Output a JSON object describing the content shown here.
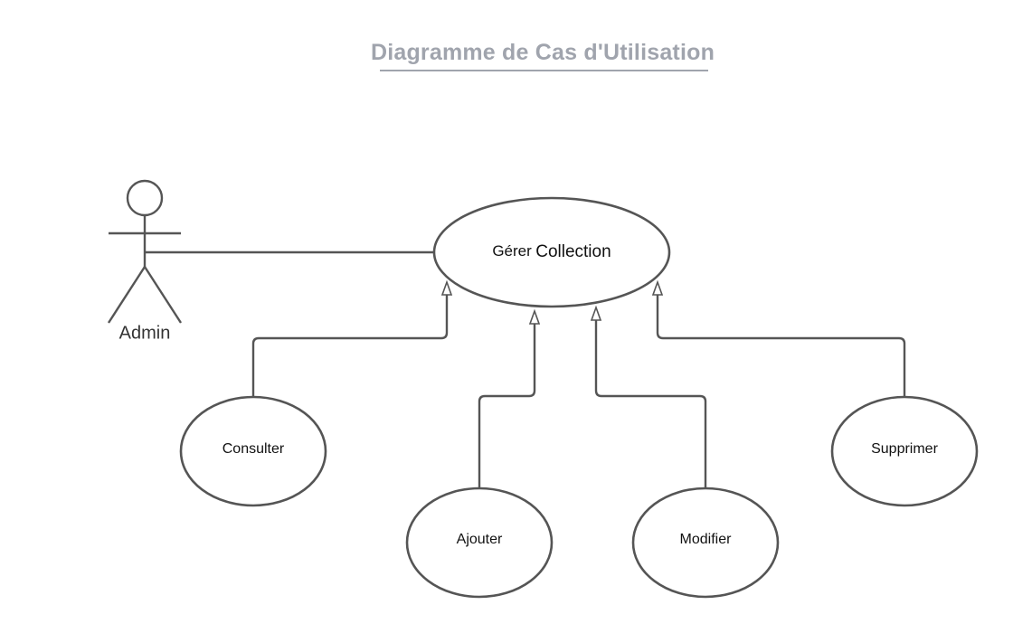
{
  "title": "Diagramme de Cas d'Utilisation",
  "colors": {
    "title": "#a0a4ad",
    "line": "#555555",
    "text": "#111111",
    "actor_text": "#333333"
  },
  "actor": {
    "label": "Admin"
  },
  "main_use_case": {
    "label_part1": "Gérer",
    "label_part2": "Collection"
  },
  "use_cases": {
    "consulter": "Consulter",
    "ajouter": "Ajouter",
    "modifier": "Modifier",
    "supprimer": "Supprimer"
  }
}
